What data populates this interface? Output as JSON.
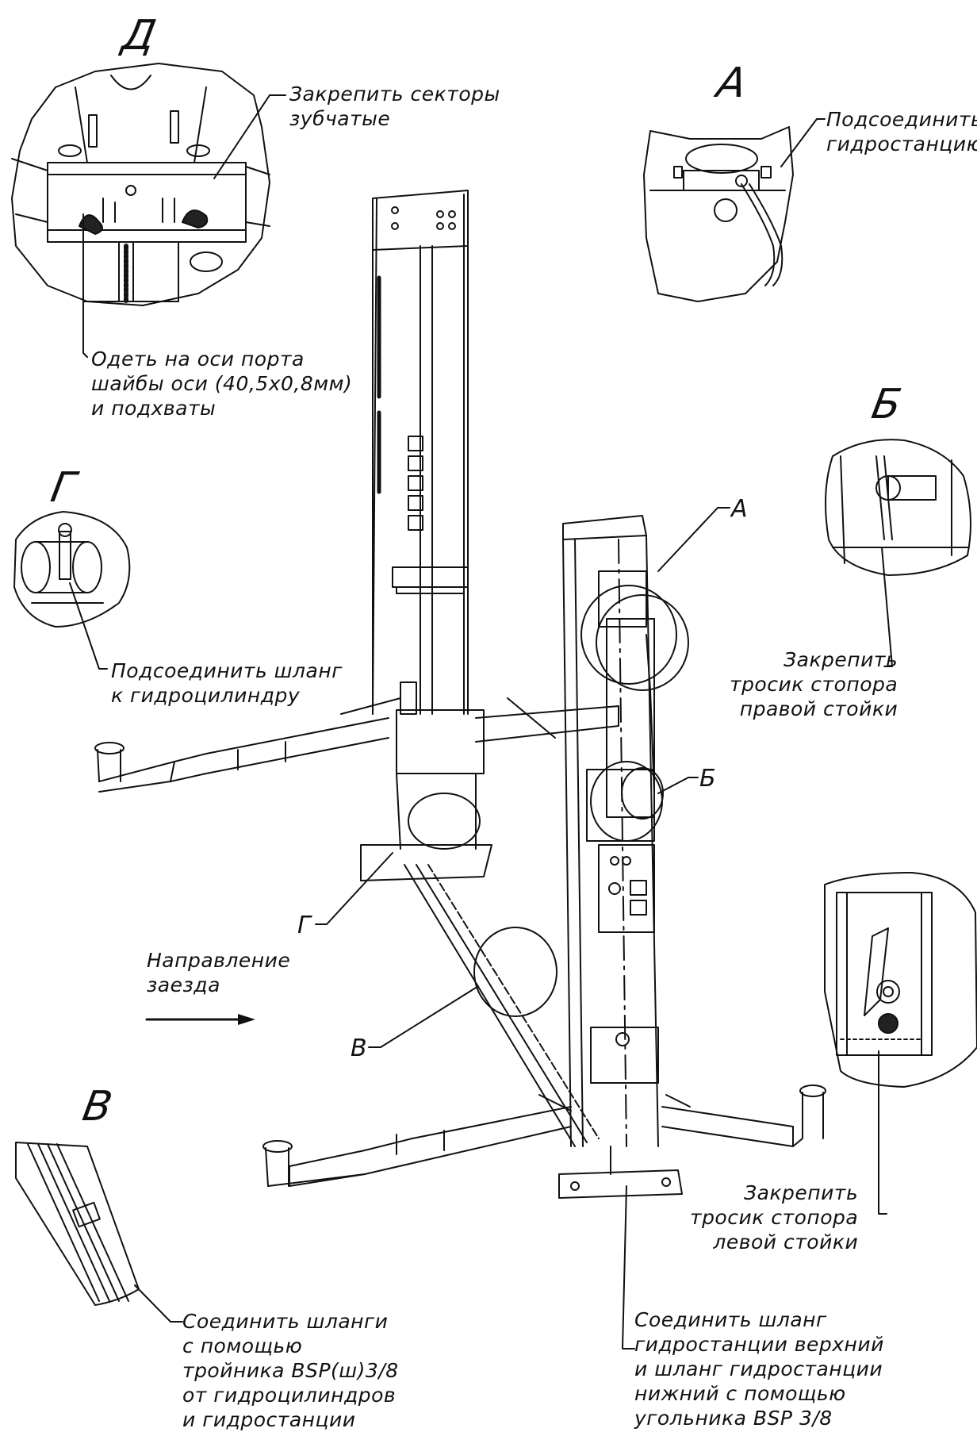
{
  "views": {
    "d": "Д",
    "a": "А",
    "b": "Б",
    "g": "Г",
    "v": "В"
  },
  "callouts": {
    "a": "А",
    "b": "Б",
    "g": "Г",
    "v": "В"
  },
  "notes": {
    "d_top": "Закрепить секторы\nзубчатые",
    "d_bottom": "Одеть на оси порта\nшайбы оси (40,5х0,8мм)\nи подхваты",
    "a": "Подсоединить\nгидростанцию",
    "b": "Закрепить\nтросик стопора\nправой стойки",
    "g": "Подсоединить шланг\nк гидроцилиндру",
    "direction": "Направление\nзаезда",
    "left_post": "Закрепить\nтросик стопора\nлевой стойки",
    "v": "Соединить шланги\nс помощью\nтройника BSP(ш)3/8\nот гидроцилиндров\nи гидростанции",
    "hose": "Соединить шланг\nгидростанции верхний\nи шланг гидростанции\nнижний с помощью\nугольника BSP 3/8"
  },
  "colors": {
    "ink": "#111111",
    "paper": "#ffffff"
  }
}
